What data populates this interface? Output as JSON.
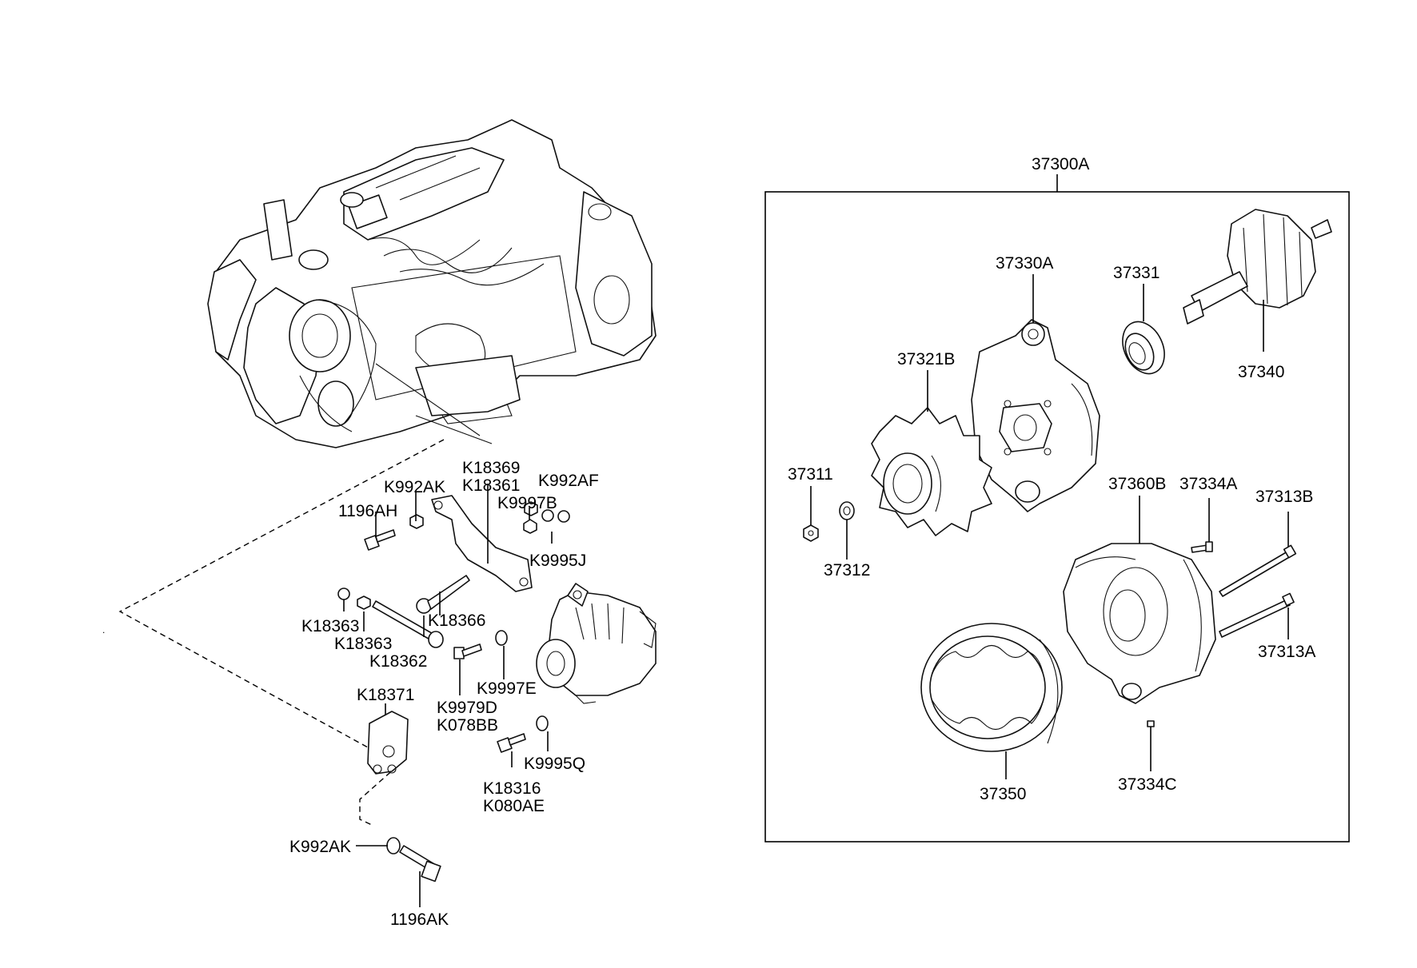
{
  "assembly_label": "37300A",
  "labels": {
    "l37330A": "37330A",
    "l37331": "37331",
    "l37340": "37340",
    "l37321B": "37321B",
    "l37311": "37311",
    "l37312": "37312",
    "l37360B": "37360B",
    "l37334A": "37334A",
    "l37313B": "37313B",
    "l37313A": "37313A",
    "l37350": "37350",
    "l37334C": "37334C",
    "K18369": "K18369",
    "K18361": "K18361",
    "K992AK_top": "K992AK",
    "K992AF": "K992AF",
    "l1196AH": "1196AH",
    "K9997B": "K9997B",
    "K9995J": "K9995J",
    "K18363_a": "K18363",
    "K18363_b": "K18363",
    "K18366": "K18366",
    "K18362": "K18362",
    "K9997E": "K9997E",
    "K9979D": "K9979D",
    "K078BB": "K078BB",
    "K18371": "K18371",
    "K9995Q": "K9995Q",
    "K18316": "K18316",
    "K080AE": "K080AE",
    "K992AK_bottom": "K992AK",
    "l1196AK": "1196AK"
  }
}
